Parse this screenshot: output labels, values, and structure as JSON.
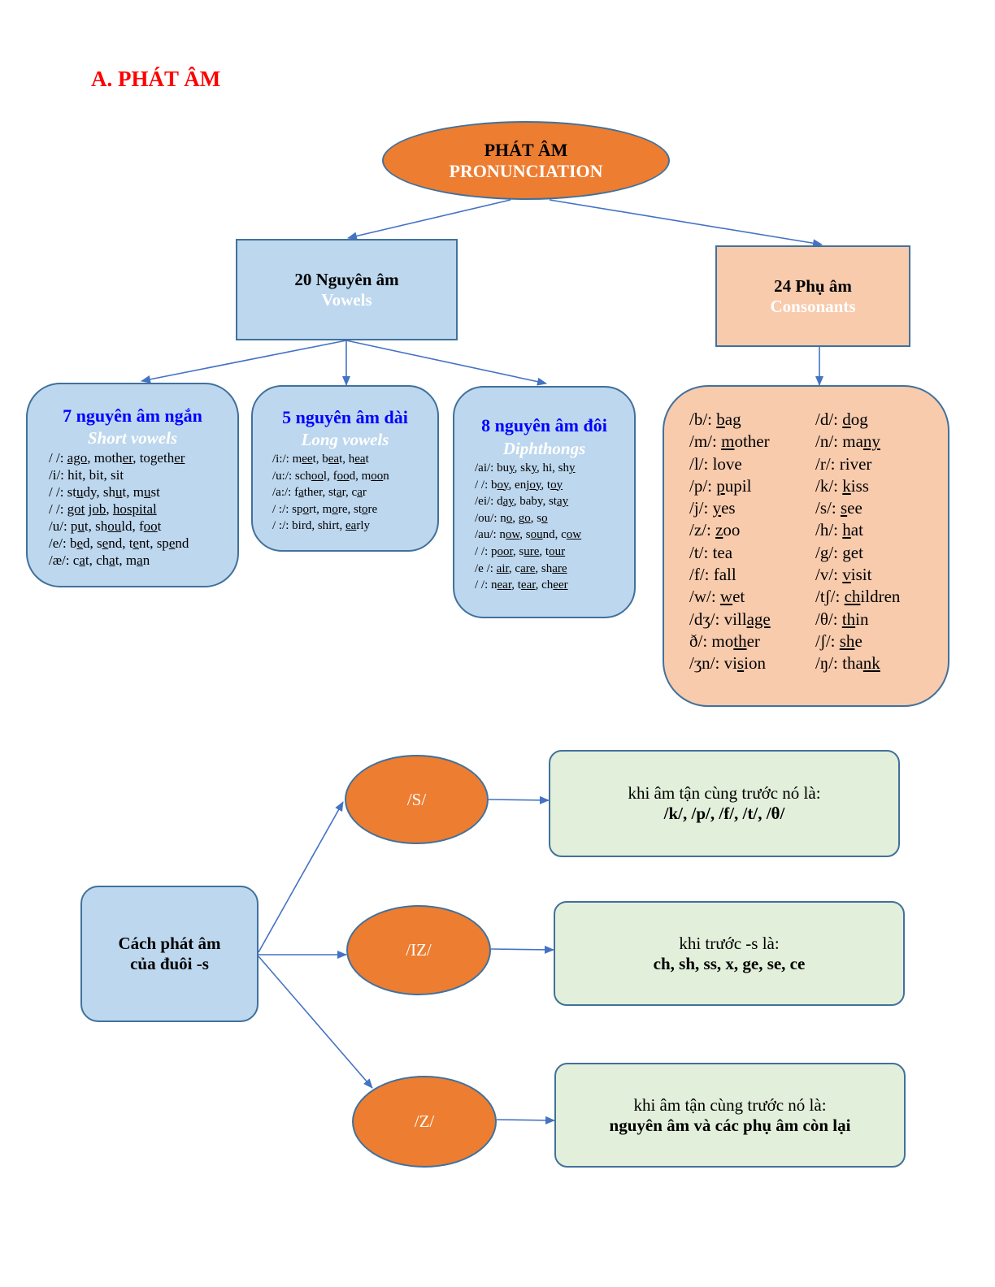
{
  "heading": "A. PHÁT ÂM",
  "root": {
    "line1": "PHÁT ÂM",
    "line2": "PRONUNCIATION"
  },
  "vowels": {
    "title": "20 Nguyên âm",
    "subtitle": "Vowels"
  },
  "consonants": {
    "title": "24 Phụ âm",
    "subtitle": "Consonants",
    "left": [
      [
        "/b/: ",
        "",
        "b",
        "ag"
      ],
      [
        "/m/: ",
        "",
        "m",
        "other"
      ],
      [
        "/l/: love",
        "",
        "",
        ""
      ],
      [
        "/p/: ",
        "",
        "p",
        "upil"
      ],
      [
        "/j/: ",
        "",
        "y",
        "es"
      ],
      [
        "/z/: ",
        "",
        "z",
        "oo"
      ],
      [
        "/t/: tea",
        "",
        "",
        ""
      ],
      [
        "/f/: fall",
        "",
        "",
        ""
      ],
      [
        "/w/: ",
        "",
        "w",
        "et"
      ],
      [
        "/dʒ/: vill",
        "",
        "age",
        ""
      ],
      [
        "ð/: mo",
        "",
        "th",
        "er"
      ],
      [
        "/ʒn/: vi",
        "",
        "s",
        "ion"
      ]
    ],
    "right": [
      [
        "/d/: ",
        "",
        "d",
        "og"
      ],
      [
        "/n/: ma",
        "",
        "ny",
        ""
      ],
      [
        "/r/: river",
        "",
        "",
        ""
      ],
      [
        "/k/: ",
        "",
        "k",
        "iss"
      ],
      [
        "/s/: ",
        "",
        "s",
        "ee"
      ],
      [
        "/h/: ",
        "",
        "h",
        "at"
      ],
      [
        "/g/: ",
        "",
        "g",
        "et"
      ],
      [
        "/v/: ",
        "",
        "v",
        "isit"
      ],
      [
        "/tʃ/: ",
        "",
        "ch",
        "ildren"
      ],
      [
        "/θ/: ",
        "",
        "th",
        "in"
      ],
      [
        "/ʃ/: ",
        "",
        "sh",
        "e"
      ],
      [
        "/ŋ/: tha",
        "",
        "nk",
        ""
      ]
    ]
  },
  "short_vowels": {
    "title": "7 nguyên âm ngắn",
    "subtitle": "Short vowels",
    "rows": [
      [
        [
          "/  /: "
        ],
        [
          "ago",
          "u"
        ],
        [
          ", moth"
        ],
        [
          "er",
          "u"
        ],
        [
          ", togeth"
        ],
        [
          "er",
          "u"
        ]
      ],
      [
        [
          "/i/: hit, bit, sit"
        ]
      ],
      [
        [
          "/  /: st"
        ],
        [
          "u",
          "u"
        ],
        [
          "dy, sh"
        ],
        [
          "u",
          "u"
        ],
        [
          "t, m"
        ],
        [
          "u",
          "u"
        ],
        [
          "st"
        ]
      ],
      [
        [
          "/  /: "
        ],
        [
          "got",
          "u"
        ],
        [
          " "
        ],
        [
          "job",
          "u"
        ],
        [
          ", "
        ],
        [
          "hospital",
          "u"
        ]
      ],
      [
        [
          "/u/: p"
        ],
        [
          "u",
          "u"
        ],
        [
          "t, sh"
        ],
        [
          "ou",
          "u"
        ],
        [
          "ld, f"
        ],
        [
          "oo",
          "u"
        ],
        [
          "t"
        ]
      ],
      [
        [
          "/e/: b"
        ],
        [
          "e",
          "u"
        ],
        [
          "d, s"
        ],
        [
          "e",
          "u"
        ],
        [
          "nd, t"
        ],
        [
          "e",
          "u"
        ],
        [
          "nt, sp"
        ],
        [
          "e",
          "u"
        ],
        [
          "nd"
        ]
      ],
      [
        [
          "/æ/: c"
        ],
        [
          "a",
          "u"
        ],
        [
          "t, ch"
        ],
        [
          "a",
          "u"
        ],
        [
          "t, m"
        ],
        [
          "a",
          "u"
        ],
        [
          "n"
        ]
      ]
    ]
  },
  "long_vowels": {
    "title": "5 nguyên âm dài",
    "subtitle": "Long vowels",
    "rows": [
      [
        [
          "/i:/: m"
        ],
        [
          "ee",
          "u"
        ],
        [
          "t, b"
        ],
        [
          "ea",
          "u"
        ],
        [
          "t, h"
        ],
        [
          "ea",
          "u"
        ],
        [
          "t"
        ]
      ],
      [
        [
          "/u:/: sch"
        ],
        [
          "oo",
          "u"
        ],
        [
          "l, f"
        ],
        [
          "oo",
          "u"
        ],
        [
          "d, m"
        ],
        [
          "oo",
          "u"
        ],
        [
          "n"
        ]
      ],
      [
        [
          "/a:/: f"
        ],
        [
          "a",
          "u"
        ],
        [
          "ther, st"
        ],
        [
          "a",
          "u"
        ],
        [
          "r, c"
        ],
        [
          "a",
          "u"
        ],
        [
          "r"
        ]
      ],
      [
        [
          "/  :/: sp"
        ],
        [
          "o",
          "u"
        ],
        [
          "rt, m"
        ],
        [
          "o",
          "u"
        ],
        [
          "re, st"
        ],
        [
          "o",
          "u"
        ],
        [
          "re"
        ]
      ],
      [
        [
          "/  :/: bird, shirt, "
        ],
        [
          "ea",
          "u"
        ],
        [
          "rly"
        ]
      ]
    ]
  },
  "diphthongs": {
    "title": "8 nguyên âm đôi",
    "subtitle": "Diphthongs",
    "rows": [
      [
        [
          "/ai/: bu"
        ],
        [
          "y",
          "u"
        ],
        [
          ", sk"
        ],
        [
          "y",
          "u"
        ],
        [
          ", hi, sh"
        ],
        [
          "y",
          "u"
        ]
      ],
      [
        [
          "/   /: b"
        ],
        [
          "oy",
          "u"
        ],
        [
          ", enj"
        ],
        [
          "oy",
          "u"
        ],
        [
          ", t"
        ],
        [
          "oy",
          "u"
        ]
      ],
      [
        [
          "/ei/: d"
        ],
        [
          "ay",
          "u"
        ],
        [
          ", baby, st"
        ],
        [
          "ay",
          "u"
        ]
      ],
      [
        [
          "/ou/: n"
        ],
        [
          "o",
          "u"
        ],
        [
          ", g"
        ],
        [
          "o",
          "u"
        ],
        [
          ", s"
        ],
        [
          "o",
          "u"
        ]
      ],
      [
        [
          "/au/: n"
        ],
        [
          "ow",
          "u"
        ],
        [
          ", s"
        ],
        [
          "ou",
          "u"
        ],
        [
          "nd, c"
        ],
        [
          "ow",
          "u"
        ]
      ],
      [
        [
          "/    /: p"
        ],
        [
          "oor",
          "u"
        ],
        [
          ", s"
        ],
        [
          "ure",
          "u"
        ],
        [
          ", t"
        ],
        [
          "our",
          "u"
        ]
      ],
      [
        [
          "/e  /: "
        ],
        [
          "air",
          "u"
        ],
        [
          ", c"
        ],
        [
          "are",
          "u"
        ],
        [
          ", sh"
        ],
        [
          "are",
          "u"
        ]
      ],
      [
        [
          "/   /: n"
        ],
        [
          "ear",
          "u"
        ],
        [
          ", t"
        ],
        [
          "ear",
          "u"
        ],
        [
          ", ch"
        ],
        [
          "eer",
          "u"
        ]
      ]
    ]
  },
  "s_ending": {
    "source": {
      "line1": "Cách phát âm",
      "line2": "của đuôi -s"
    },
    "endings": [
      {
        "label": "/S/",
        "rule_line1": "khi âm tận cùng trước nó là:",
        "rule_line2": "/k/, /p/, /f/, /t/, /θ/"
      },
      {
        "label": "/IZ/",
        "rule_line1": "khi trước -s là:",
        "rule_line2": "ch, sh, ss, x, ge, se, ce"
      },
      {
        "label": "/Z/",
        "rule_line1": "khi âm tận cùng trước nó là:",
        "rule_line2": "nguyên âm và các phụ âm còn lại"
      }
    ]
  },
  "colors": {
    "heading": "#ff0000",
    "ellipse_fill": "#ed7d31",
    "blue_box": "#bdd7ee",
    "peach_box": "#f8cbad",
    "green_box": "#e2efda",
    "border": "#41719c",
    "arrow": "#4472c4",
    "blue_title": "#0000ff"
  }
}
